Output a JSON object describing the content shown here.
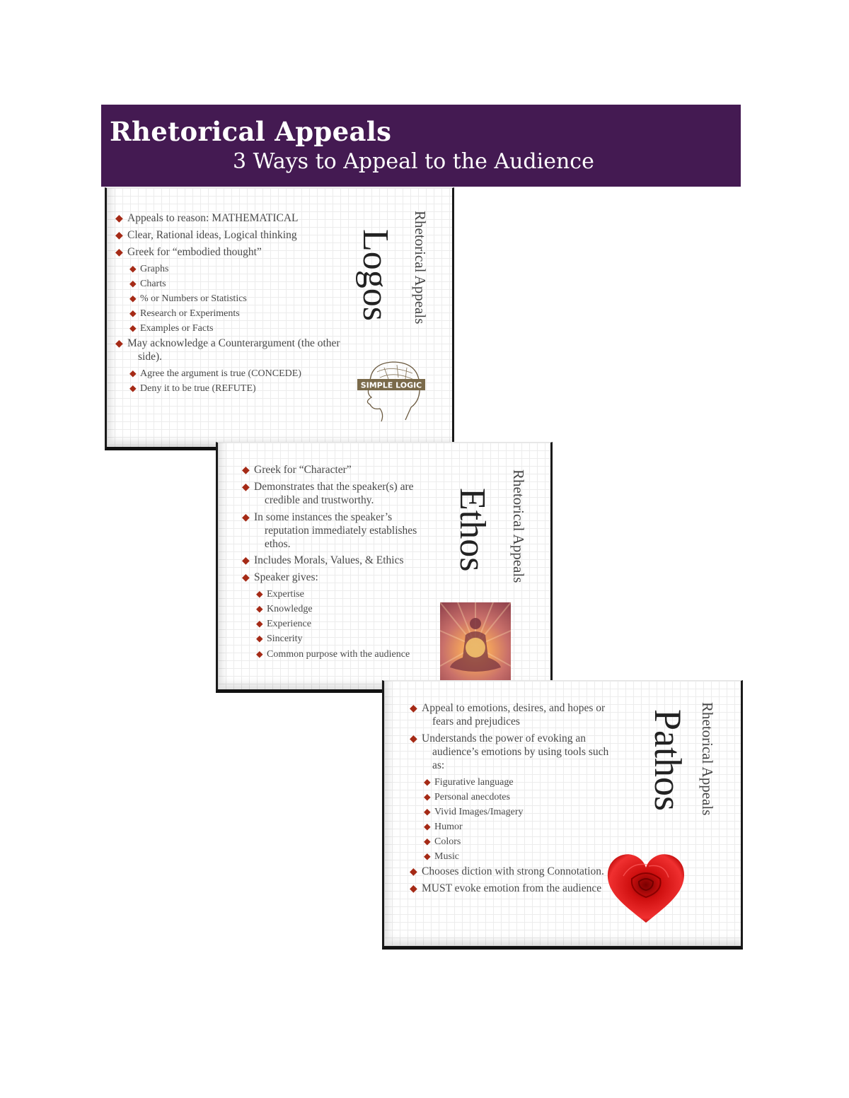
{
  "banner": {
    "title": "Rhetorical Appeals",
    "subtitle": "3 Ways to Appeal to the Audience",
    "background_color": "#441a52"
  },
  "bullet_icon": "diamond-bullet",
  "bullet_color": "#a52a16",
  "cards": {
    "logos": {
      "title": "Logos",
      "section_label": "Rhetorical Appeals",
      "image": "simple-logic-head-image",
      "image_caption": "SIMPLE LOGIC",
      "items": [
        {
          "level": 1,
          "text": "Appeals to reason:  MATHEMATICAL"
        },
        {
          "level": 1,
          "text": "Clear, Rational ideas, Logical thinking"
        },
        {
          "level": 1,
          "text": "Greek for “embodied thought”"
        },
        {
          "level": 2,
          "text": "Graphs"
        },
        {
          "level": 2,
          "text": "Charts"
        },
        {
          "level": 2,
          "text": "% or Numbers or Statistics"
        },
        {
          "level": 2,
          "text": "Research or Experiments"
        },
        {
          "level": 2,
          "text": "Examples or Facts"
        },
        {
          "level": 1,
          "text": "May acknowledge a Counterargument (the other side)."
        },
        {
          "level": 2,
          "text": "Agree the argument is true (CONCEDE)"
        },
        {
          "level": 2,
          "text": "Deny it to be true (REFUTE)"
        }
      ]
    },
    "ethos": {
      "title": "Ethos",
      "section_label": "Rhetorical Appeals",
      "image": "meditating-figure-image",
      "items": [
        {
          "level": 1,
          "text": "Greek for “Character”"
        },
        {
          "level": 1,
          "text": "Demonstrates that the speaker(s) are credible and trustworthy."
        },
        {
          "level": 1,
          "text": "In some instances the speaker’s reputation immediately establishes ethos."
        },
        {
          "level": 1,
          "text": "Includes Morals, Values, & Ethics"
        },
        {
          "level": 1,
          "text": "Speaker gives:"
        },
        {
          "level": 2,
          "text": "Expertise"
        },
        {
          "level": 2,
          "text": "Knowledge"
        },
        {
          "level": 2,
          "text": "Experience"
        },
        {
          "level": 2,
          "text": "Sincerity"
        },
        {
          "level": 2,
          "text": "Common purpose with the audience"
        }
      ]
    },
    "pathos": {
      "title": "Pathos",
      "section_label": "Rhetorical Appeals",
      "image": "heart-rose-image",
      "items": [
        {
          "level": 1,
          "text": "Appeal to emotions, desires, and hopes or fears and prejudices"
        },
        {
          "level": 1,
          "text": "Understands the power of evoking an audience’s emotions by using tools such as:"
        },
        {
          "level": 2,
          "text": "Figurative language"
        },
        {
          "level": 2,
          "text": "Personal anecdotes"
        },
        {
          "level": 2,
          "text": "Vivid Images/Imagery"
        },
        {
          "level": 2,
          "text": "Humor"
        },
        {
          "level": 2,
          "text": "Colors"
        },
        {
          "level": 2,
          "text": "Music"
        },
        {
          "level": 1,
          "text": "Chooses diction with strong Connotation."
        },
        {
          "level": 1,
          "text": "MUST evoke emotion from the audience"
        }
      ]
    }
  }
}
